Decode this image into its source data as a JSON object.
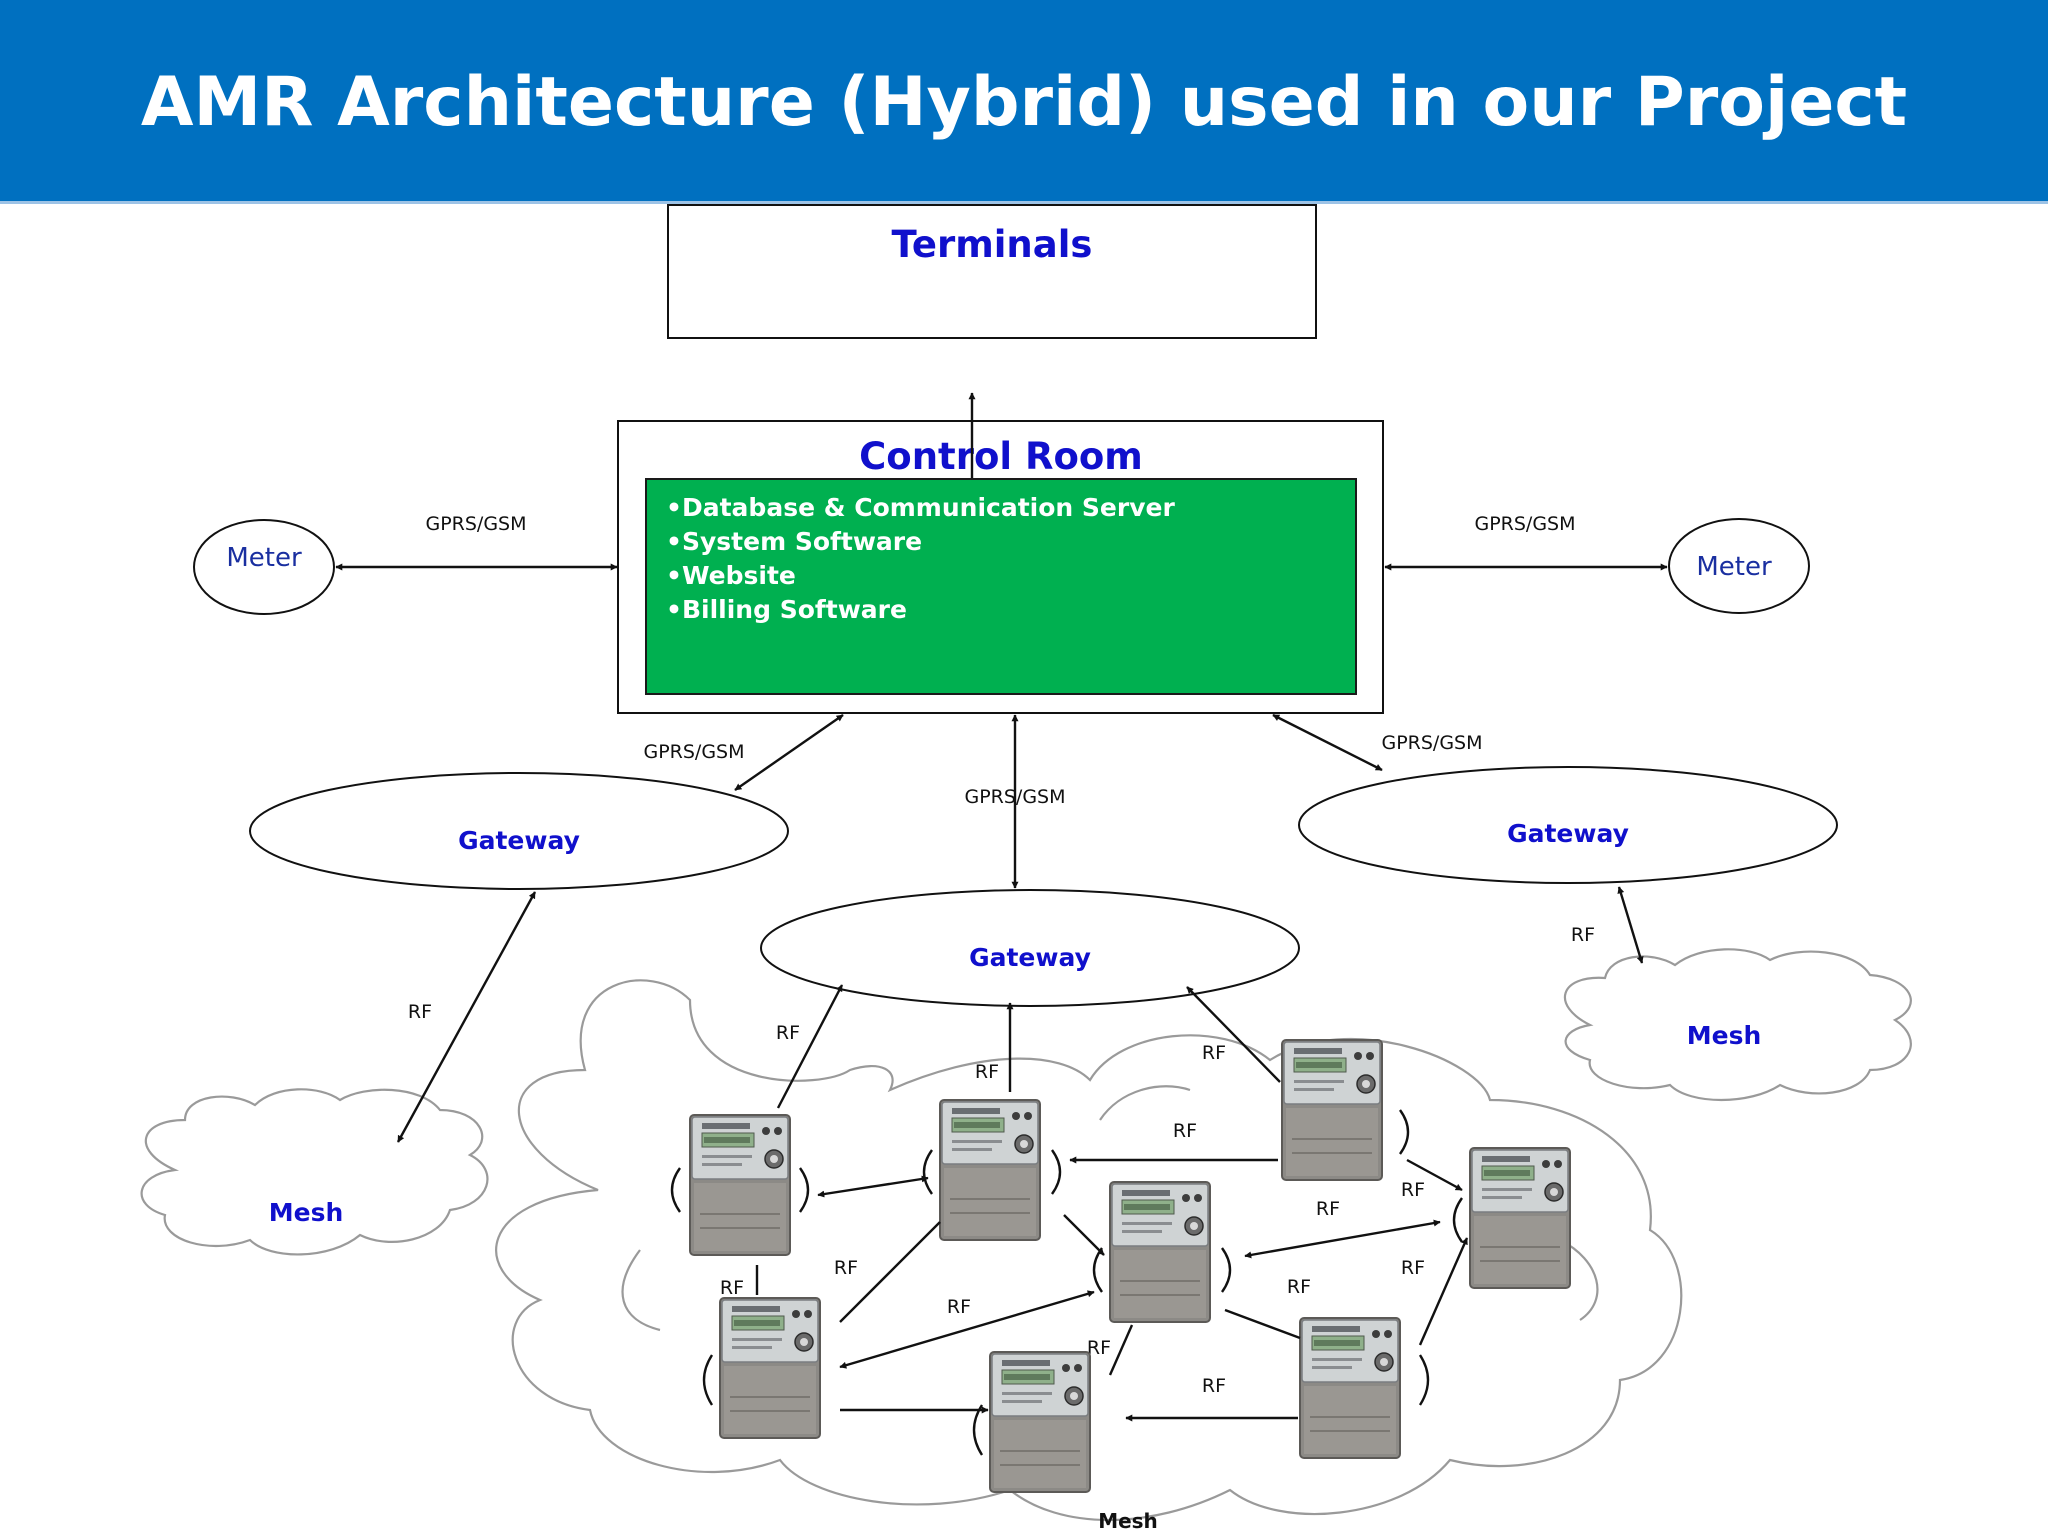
{
  "slide": {
    "title": "AMR Architecture (Hybrid) used in our Project"
  },
  "nodes": {
    "terminals": "Terminals",
    "control_room": {
      "title": "Control Room",
      "items": [
        "•Database & Communication Server",
        "•System Software",
        "•Website",
        "•Billing Software"
      ]
    },
    "meter_left": "Meter",
    "meter_right": "Meter",
    "gateway_left": "Gateway",
    "gateway_center": "Gateway",
    "gateway_right": "Gateway",
    "mesh_left": "Mesh",
    "mesh_right": "Mesh",
    "mesh_bottom": "Mesh",
    "mesh_bottom_fragment": "RF"
  },
  "edge_labels": {
    "gprs_gsm_meter_left": "GPRS/GSM",
    "gprs_gsm_meter_right": "GPRS/GSM",
    "gprs_gsm_gateway_left": "GPRS/GSM",
    "gprs_gsm_gateway_center": "GPRS/GSM",
    "gprs_gsm_gateway_right": "GPRS/GSM",
    "rf_gateway_left_mesh": "RF",
    "rf_gateway_right_mesh": "RF",
    "rf_labels": [
      "RF",
      "RF",
      "RF",
      "RF",
      "RF",
      "RF",
      "RF",
      "RF",
      "RF",
      "RF",
      "RF",
      "RF",
      "RF"
    ]
  },
  "colors": {
    "header": "#0070c0",
    "control_room_panel": "#00b050",
    "node_text": "#1010cc"
  },
  "icons": {
    "meter_device": "electricity-meter-icon"
  }
}
